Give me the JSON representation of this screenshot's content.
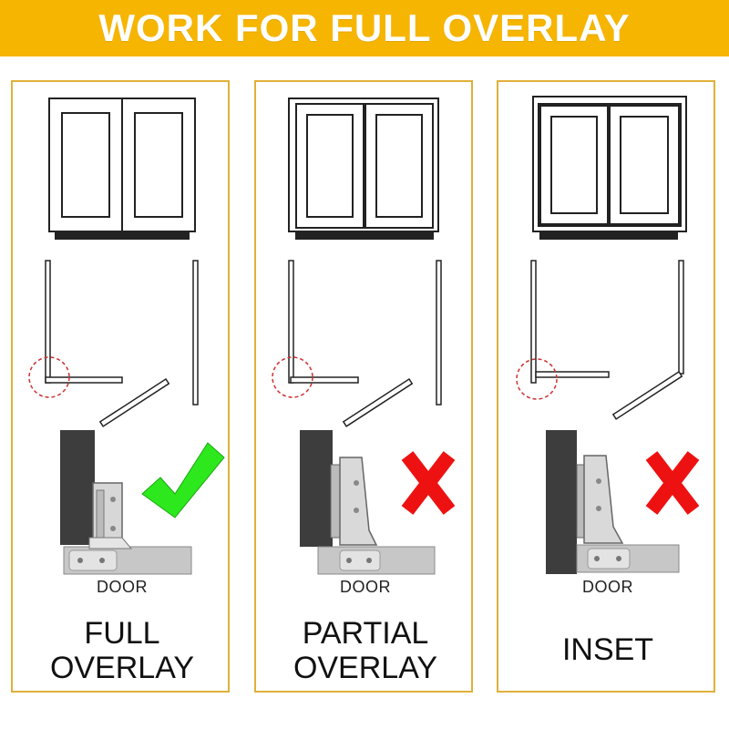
{
  "banner": {
    "title": "WORK FOR FULL OVERLAY"
  },
  "panels": [
    {
      "door_label": "DOOR",
      "type_line1": "FULL",
      "type_line2": "OVERLAY",
      "verdict": "check-icon"
    },
    {
      "door_label": "DOOR",
      "type_line1": "PARTIAL",
      "type_line2": "OVERLAY",
      "verdict": "cross-icon"
    },
    {
      "door_label": "DOOR",
      "type_line1": "INSET",
      "type_line2": "",
      "verdict": "cross-icon"
    }
  ],
  "colors": {
    "banner": "#f6b500",
    "panel_border": "#e0b03a",
    "check": "#2ee81e",
    "cross": "#ee1111",
    "circle": "#cc3333",
    "dark_panel": "#3d3d3d"
  }
}
